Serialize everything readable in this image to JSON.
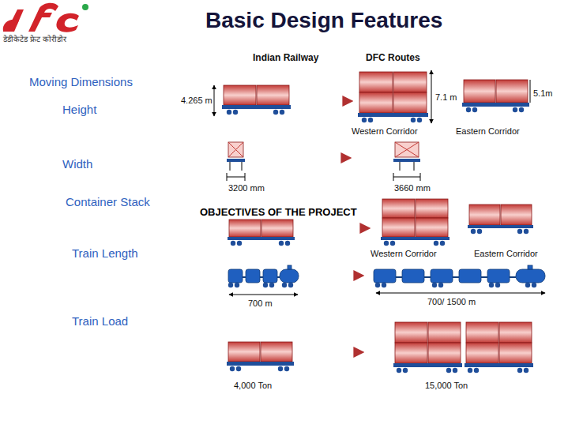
{
  "diagram": {
    "title": "Basic Design Features",
    "labels": [
      "डेडीकेटेड फ्रेट कोरीडोर",
      "Indian Railway",
      "DFC Routes",
      "Moving Dimensions",
      "Height",
      "4.265 m",
      "7.1 m",
      "5.1m",
      "Western Corridor",
      "Eastern Corridor",
      "Width",
      "3200 mm",
      "3660 mm",
      "Container Stack",
      "OBJECTIVES OF THE PROJECT",
      "Western Corridor",
      "Eastern Corridor",
      "Train Length",
      "700 m",
      "700/ 1500 m",
      "Train Load",
      "4,000 Ton",
      "15,000 Ton"
    ]
  }
}
